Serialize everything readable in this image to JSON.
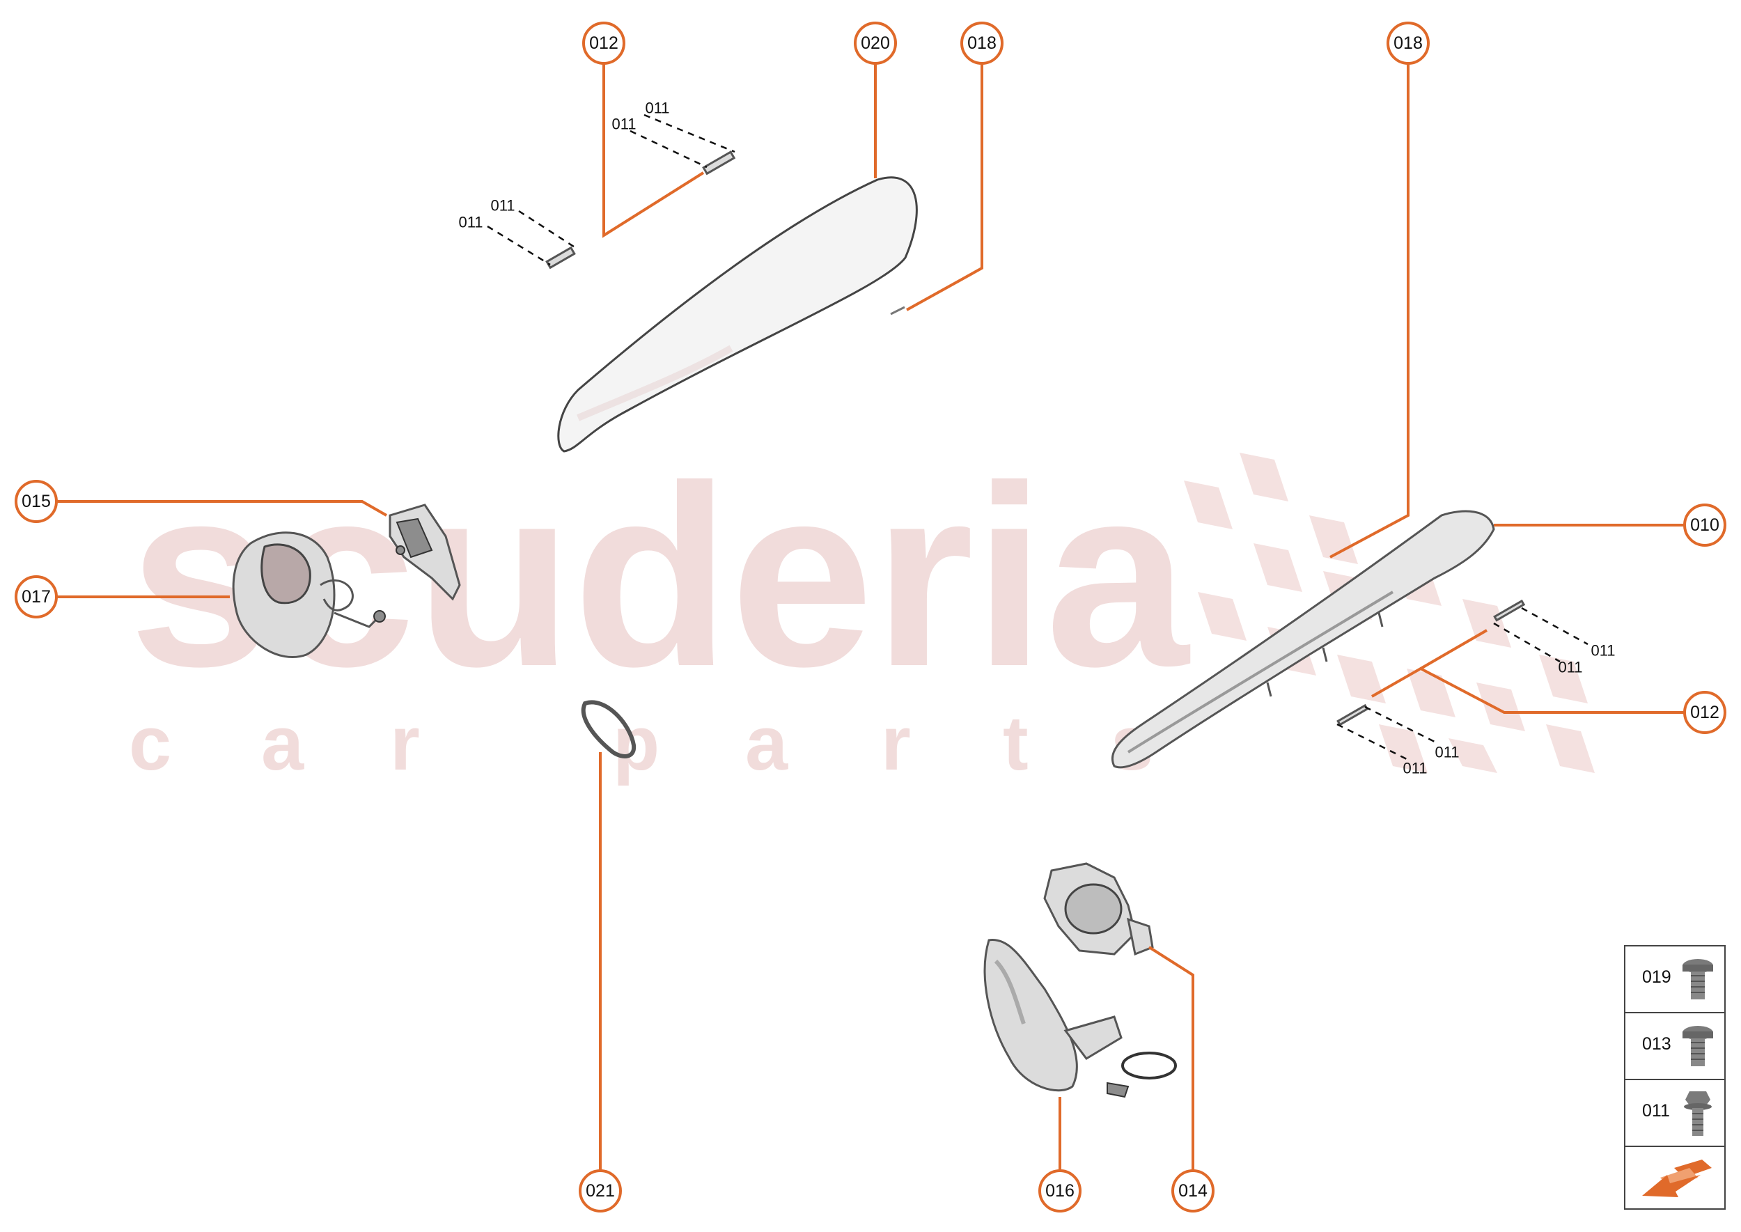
{
  "watermark": {
    "brand": "scuderia",
    "tagline": [
      "c",
      "a",
      "r",
      "p",
      "a",
      "r",
      "t",
      "s"
    ]
  },
  "callouts": {
    "c012_top": "012",
    "c020": "020",
    "c018_left": "018",
    "c018_right": "018",
    "c015": "015",
    "c017": "017",
    "c010": "010",
    "c012_right": "012",
    "c021": "021",
    "c016": "016",
    "c014": "014"
  },
  "fastener_labels": {
    "top_a": "011",
    "top_b": "011",
    "top_c": "011",
    "top_d": "011",
    "right_a": "011",
    "right_b": "011",
    "right_c": "011",
    "right_d": "011"
  },
  "legend": {
    "items": [
      {
        "label": "019",
        "icon": "button-head-screw-icon"
      },
      {
        "label": "013",
        "icon": "button-head-screw-icon"
      },
      {
        "label": "011",
        "icon": "flange-bolt-icon"
      }
    ],
    "nav_icon": "direction-arrow-icon",
    "accent_color": "#e06a2a"
  }
}
